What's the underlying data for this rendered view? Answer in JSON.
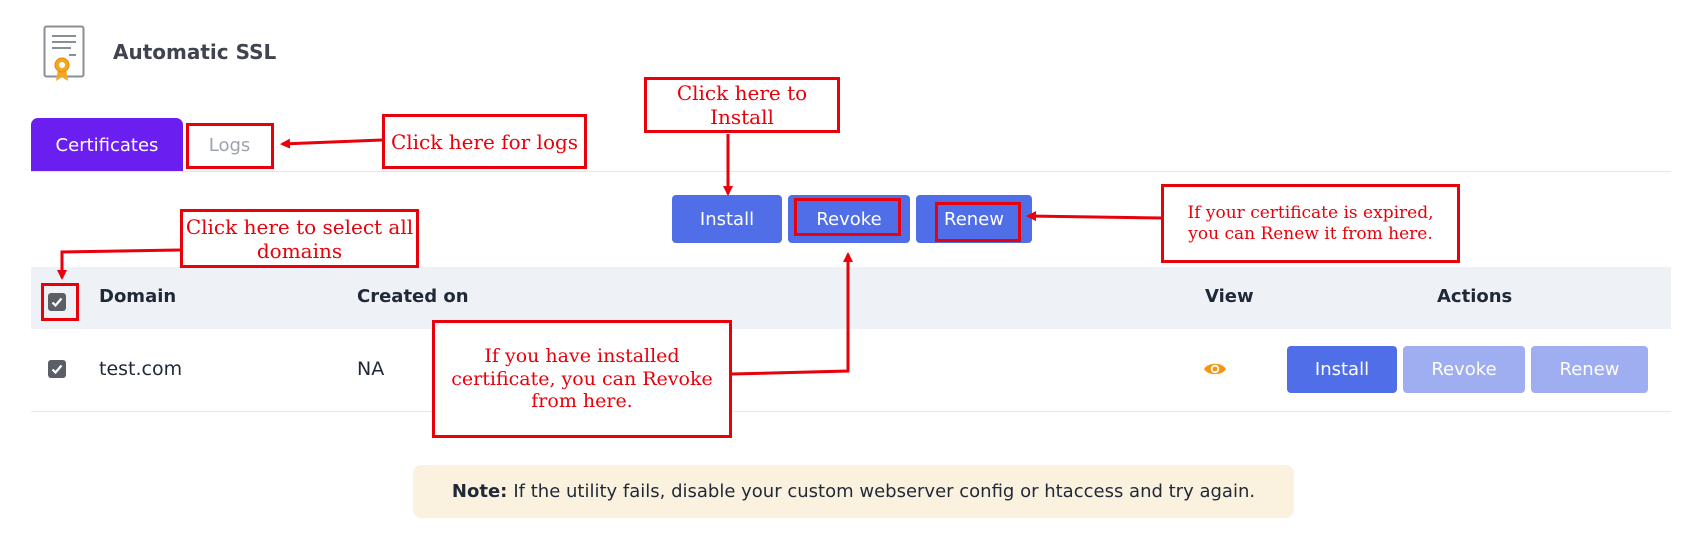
{
  "app": {
    "title": "Automatic SSL",
    "icon": "certificate-icon"
  },
  "tabs": [
    {
      "label": "Certificates"
    },
    {
      "label": "Logs"
    }
  ],
  "toolbar": {
    "install_label": "Install",
    "revoke_label": "Revoke",
    "renew_label": "Renew"
  },
  "table": {
    "headers": {
      "domain": "Domain",
      "created_on": "Created on",
      "view": "View",
      "actions": "Actions"
    },
    "rows": [
      {
        "domain": "test.com",
        "created_on": "NA",
        "view_icon": "eye-icon",
        "actions": {
          "install": "Install",
          "revoke": "Revoke",
          "renew": "Renew"
        }
      }
    ]
  },
  "note": {
    "label": "Note:",
    "text": "If the utility fails, disable your custom webserver config or htaccess and try again."
  },
  "annotations": {
    "logs": "Click here for logs",
    "install": "Click here to Install",
    "select_all": "Click here to select all domains",
    "renew": "If your certificate is expired, you can Renew it from here.",
    "revoke": "If you have installed certificate, you can Revoke from here."
  },
  "colors": {
    "accent": "#6a1eef",
    "button": "#4f6ee8",
    "button_disabled": "#9eaef1",
    "annotation": "#e8000b",
    "view_icon": "#f5960e",
    "note_bg": "#fbf1df"
  }
}
